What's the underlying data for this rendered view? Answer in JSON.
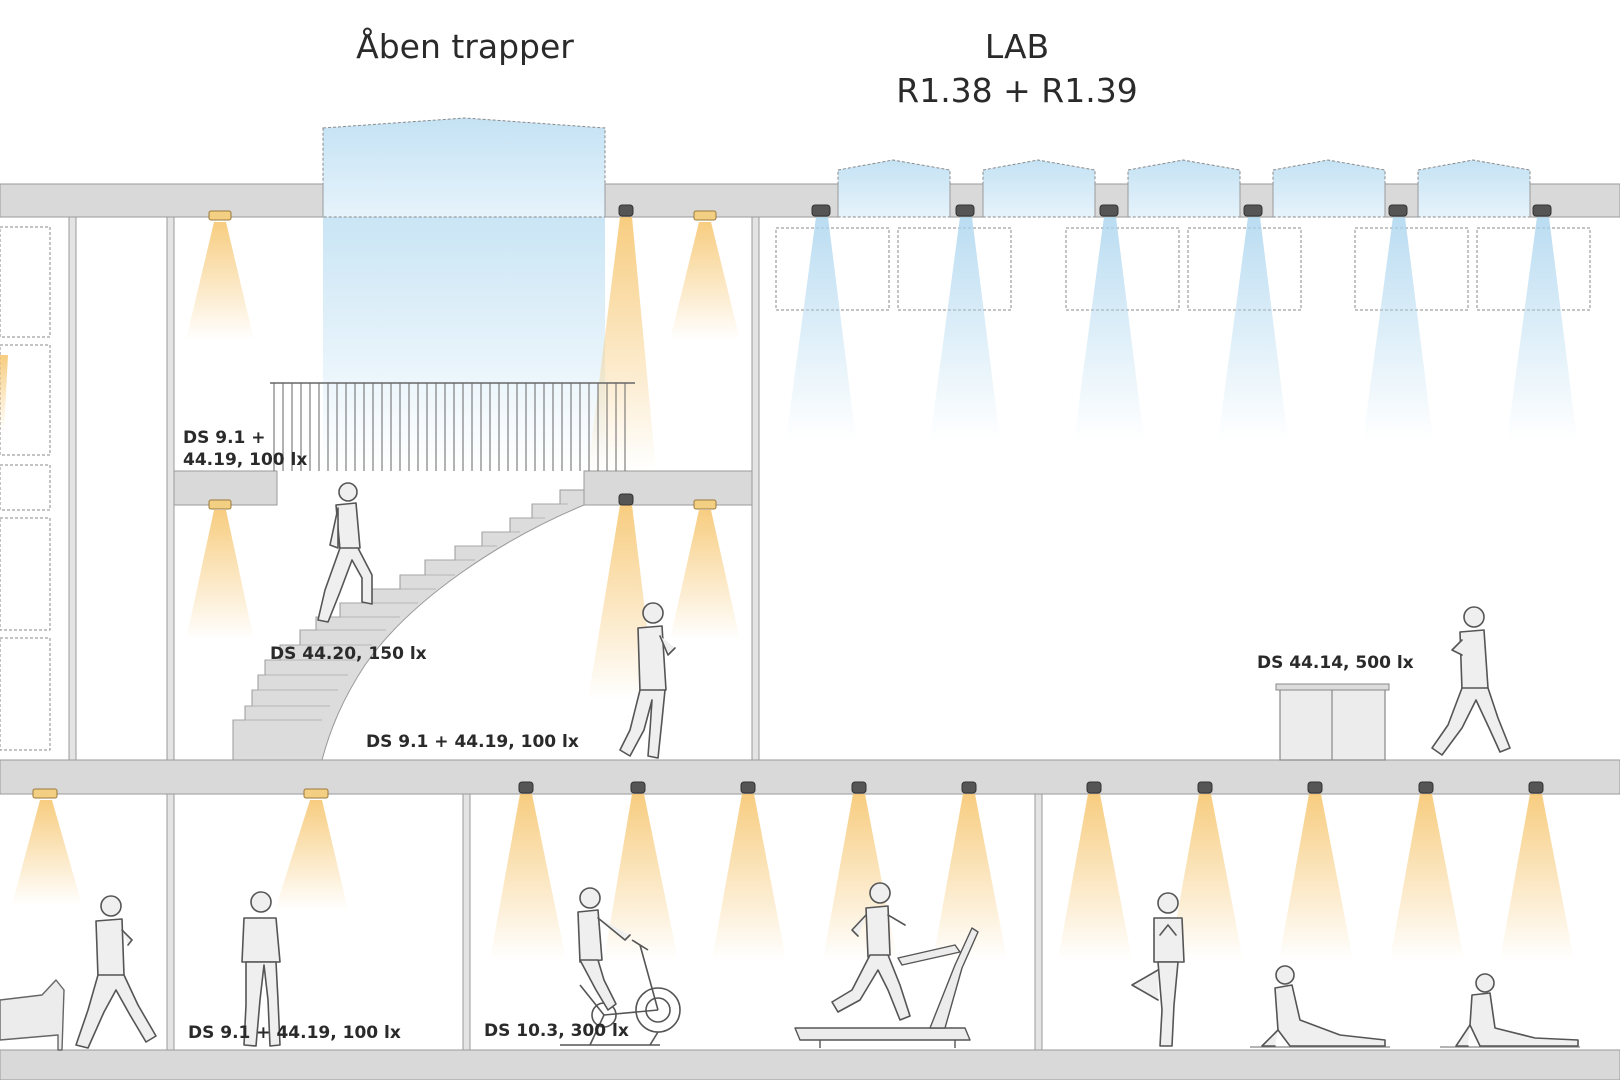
{
  "titles": {
    "stairs": "Åben trapper",
    "lab_line1": "LAB",
    "lab_line2": "R1.38 + R1.39"
  },
  "labels": {
    "upper_landing_line1": "DS 9.1 +",
    "upper_landing_line2": "44.19, 100 lx",
    "stairs": "DS 44.20, 150 lx",
    "stair_hall": "DS 9.1 + 44.19, 100 lx",
    "lab": "DS 44.14, 500 lx",
    "lower_corridor": "DS 9.1 + 44.19, 100 lx",
    "gym": "DS 10.3, 300 lx"
  },
  "colors": {
    "slab": "#d9d9d9",
    "slab_stroke": "#9a9a9a",
    "warm_light": "#f6c46a",
    "daylight": "#a9d4ee",
    "text": "#2a2a2a"
  }
}
